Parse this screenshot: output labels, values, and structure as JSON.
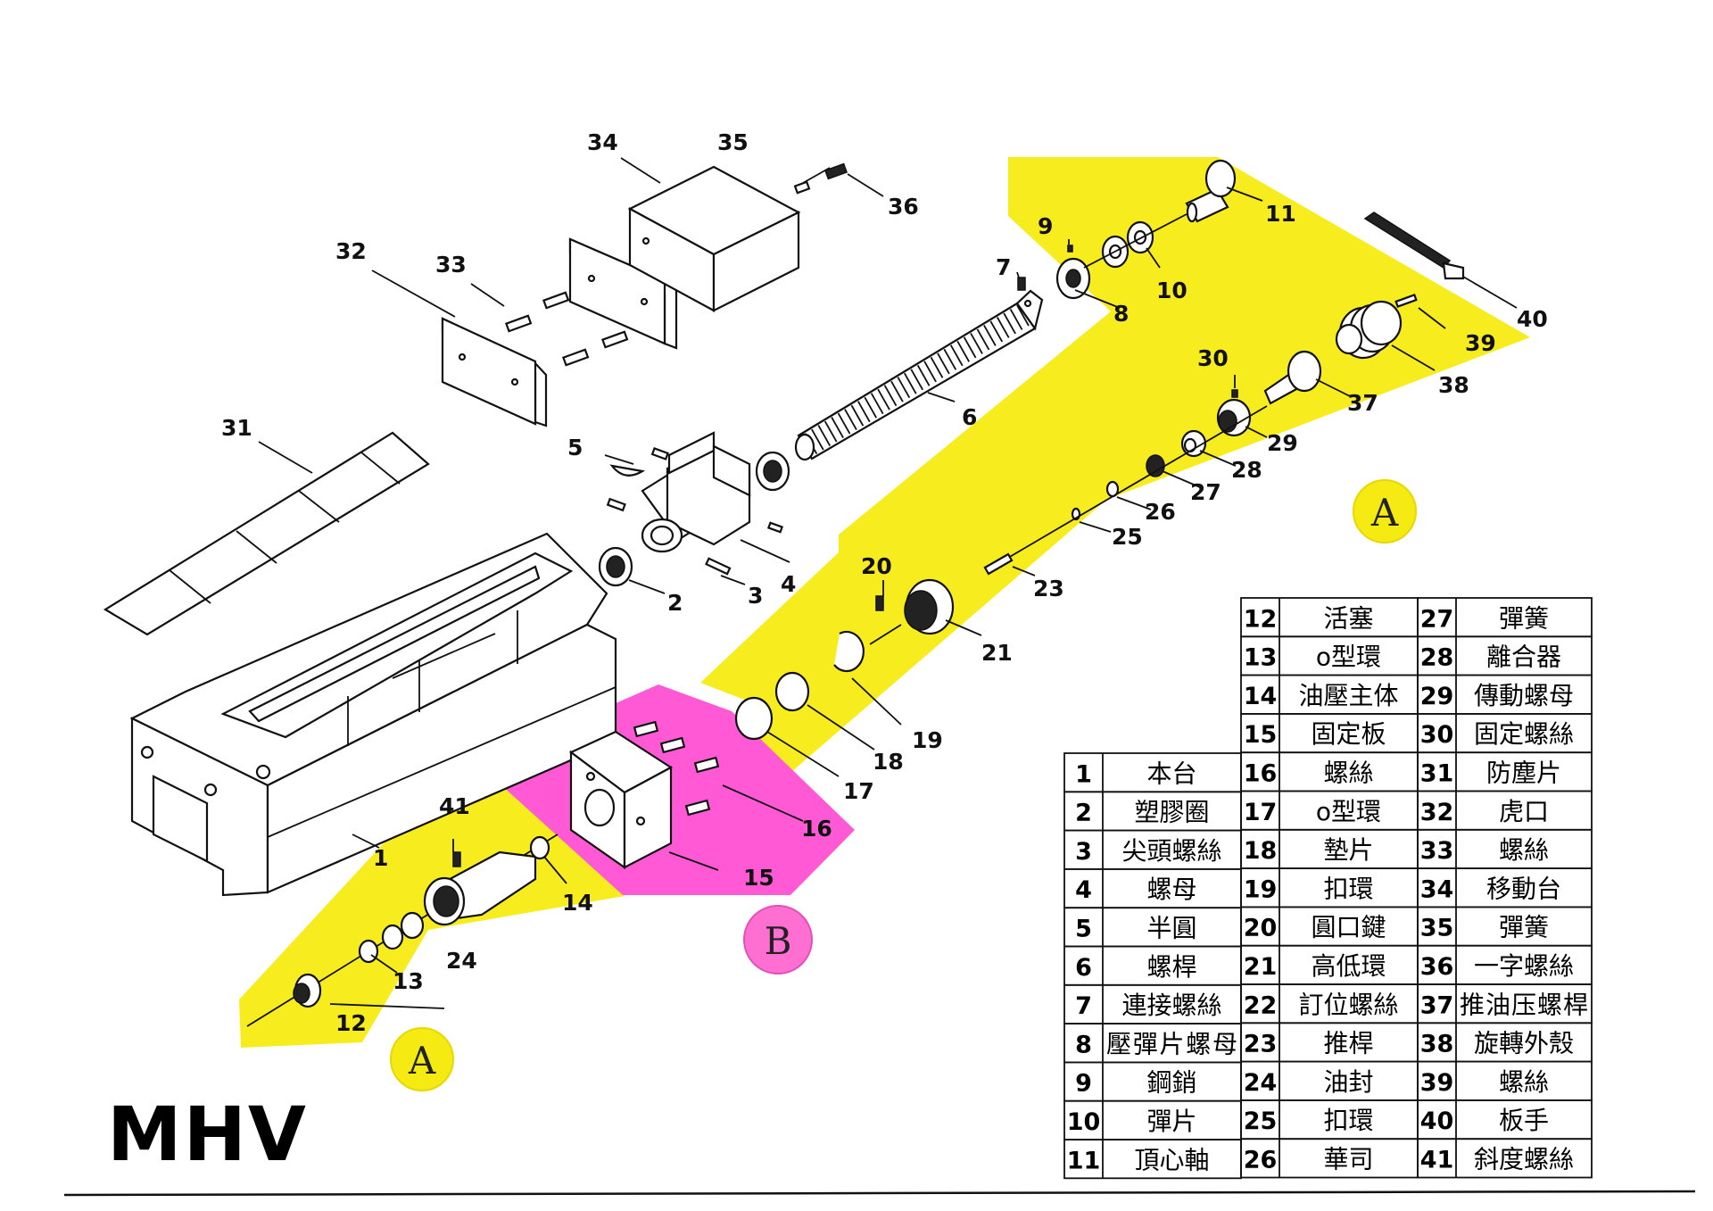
{
  "title": "MHV",
  "zones": {
    "A_upper": "A",
    "A_lower": "A",
    "B": "B"
  },
  "colors": {
    "zone_a": "#f7ec1e",
    "zone_a_circle": "#f5ea12",
    "zone_b": "#ff59d6",
    "zone_b_circle": "#ff6fd2",
    "line": "#111111"
  },
  "callouts": [
    "1",
    "2",
    "3",
    "4",
    "5",
    "6",
    "7",
    "8",
    "9",
    "10",
    "11",
    "12",
    "13",
    "14",
    "15",
    "16",
    "17",
    "18",
    "19",
    "20",
    "21",
    "23",
    "24",
    "25",
    "26",
    "27",
    "28",
    "29",
    "30",
    "31",
    "32",
    "33",
    "34",
    "35",
    "36",
    "37",
    "38",
    "39",
    "40",
    "41"
  ],
  "parts_table": [
    {
      "no": "1",
      "name": "本台"
    },
    {
      "no": "2",
      "name": "塑膠圈"
    },
    {
      "no": "3",
      "name": "尖頭螺絲"
    },
    {
      "no": "4",
      "name": "螺母"
    },
    {
      "no": "5",
      "name": "半圓"
    },
    {
      "no": "6",
      "name": "螺桿"
    },
    {
      "no": "7",
      "name": "連接螺絲"
    },
    {
      "no": "8",
      "name": "壓彈片螺母"
    },
    {
      "no": "9",
      "name": "鋼銷"
    },
    {
      "no": "10",
      "name": "彈片"
    },
    {
      "no": "11",
      "name": "頂心軸"
    },
    {
      "no": "12",
      "name": "活塞"
    },
    {
      "no": "13",
      "name": "o型環"
    },
    {
      "no": "14",
      "name": "油壓主体"
    },
    {
      "no": "15",
      "name": "固定板"
    },
    {
      "no": "16",
      "name": "螺絲"
    },
    {
      "no": "17",
      "name": "o型環"
    },
    {
      "no": "18",
      "name": "墊片"
    },
    {
      "no": "19",
      "name": "扣環"
    },
    {
      "no": "20",
      "name": "圓口鍵"
    },
    {
      "no": "21",
      "name": "高低環"
    },
    {
      "no": "22",
      "name": "訂位螺絲"
    },
    {
      "no": "23",
      "name": "推桿"
    },
    {
      "no": "24",
      "name": "油封"
    },
    {
      "no": "25",
      "name": "扣環"
    },
    {
      "no": "26",
      "name": "華司"
    },
    {
      "no": "27",
      "name": "彈簧"
    },
    {
      "no": "28",
      "name": "離合器"
    },
    {
      "no": "29",
      "name": "傳動螺母"
    },
    {
      "no": "30",
      "name": "固定螺絲"
    },
    {
      "no": "31",
      "name": "防塵片"
    },
    {
      "no": "32",
      "name": "虎口"
    },
    {
      "no": "33",
      "name": "螺絲"
    },
    {
      "no": "34",
      "name": "移動台"
    },
    {
      "no": "35",
      "name": "彈簧"
    },
    {
      "no": "36",
      "name": "一字螺絲"
    },
    {
      "no": "37",
      "name": "推油压螺桿"
    },
    {
      "no": "38",
      "name": "旋轉外殼"
    },
    {
      "no": "39",
      "name": "螺絲"
    },
    {
      "no": "40",
      "name": "板手"
    },
    {
      "no": "41",
      "name": "斜度螺絲"
    }
  ]
}
